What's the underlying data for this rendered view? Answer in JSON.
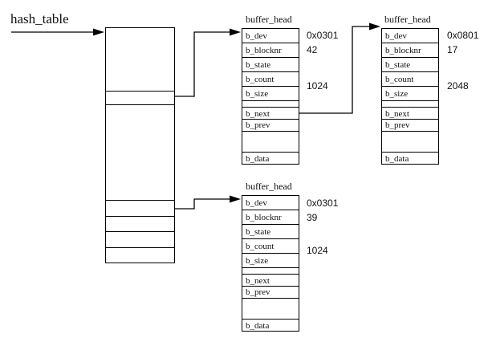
{
  "page": {
    "background": "#ffffff",
    "line_color": "#000000",
    "text_color": "#111111"
  },
  "hash_table": {
    "label": "hash_table"
  },
  "buffer_heads": [
    {
      "title": "buffer_head",
      "fields": [
        "b_dev",
        "b_blocknr",
        "b_state",
        "b_count",
        "b_size",
        "b_next",
        "b_prev",
        "b_data"
      ],
      "values": {
        "b_dev": "0x0301",
        "b_blocknr": "42",
        "b_size": "1024"
      }
    },
    {
      "title": "buffer_head",
      "fields": [
        "b_dev",
        "b_blocknr",
        "b_state",
        "b_count",
        "b_size",
        "b_next",
        "b_prev",
        "b_data"
      ],
      "values": {
        "b_dev": "0x0801",
        "b_blocknr": "17",
        "b_size": "2048"
      }
    },
    {
      "title": "buffer_head",
      "fields": [
        "b_dev",
        "b_blocknr",
        "b_state",
        "b_count",
        "b_size",
        "b_next",
        "b_prev",
        "b_data"
      ],
      "values": {
        "b_dev": "0x0301",
        "b_blocknr": "39",
        "b_size": "1024"
      }
    }
  ],
  "connections": [
    {
      "from": "hash_table label",
      "to": "hash table array"
    },
    {
      "from": "hash table slot (upper pointer row)",
      "to": "buffer_head 1 b_dev"
    },
    {
      "from": "hash table slot (lower pointer row)",
      "to": "buffer_head 3 b_dev"
    },
    {
      "from": "buffer_head 1 b_next",
      "to": "buffer_head 2"
    }
  ]
}
